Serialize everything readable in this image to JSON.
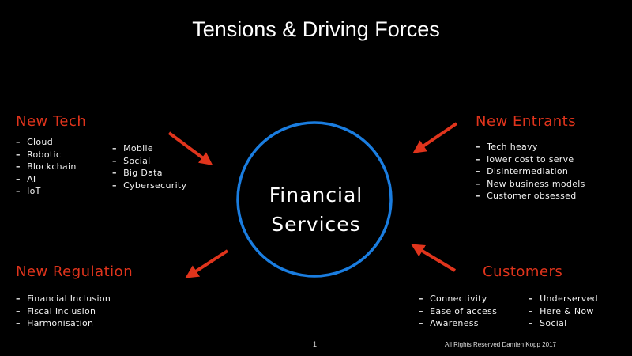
{
  "title": "Tensions & Driving Forces",
  "center": {
    "line1": "Financial",
    "line2": "Services"
  },
  "new_tech": {
    "heading": "New Tech",
    "items_a": [
      "Cloud",
      "Robotic",
      "Blockchain",
      "AI",
      "IoT"
    ],
    "items_b": [
      "Mobile",
      "Social",
      "Big Data",
      "Cybersecurity"
    ]
  },
  "new_entrants": {
    "heading": "New Entrants",
    "items": [
      "Tech heavy",
      "lower cost to serve",
      "Disintermediation",
      "New business models",
      "Customer obsessed"
    ]
  },
  "new_regulation": {
    "heading": "New Regulation",
    "items": [
      "Financial Inclusion",
      "Fiscal Inclusion",
      "Harmonisation"
    ]
  },
  "customers": {
    "heading": "Customers",
    "items_a": [
      "Connectivity",
      "Ease of access",
      "Awareness"
    ],
    "items_b": [
      "Underserved",
      "Here & Now",
      "Social"
    ]
  },
  "footer": {
    "page_number": "1",
    "copyright": "All Rights Reserved Damien Kopp 2017"
  },
  "colors": {
    "accent_red": "#e0341c",
    "circle_blue": "#1a7de0",
    "background": "#000000",
    "text": "#ffffff"
  }
}
